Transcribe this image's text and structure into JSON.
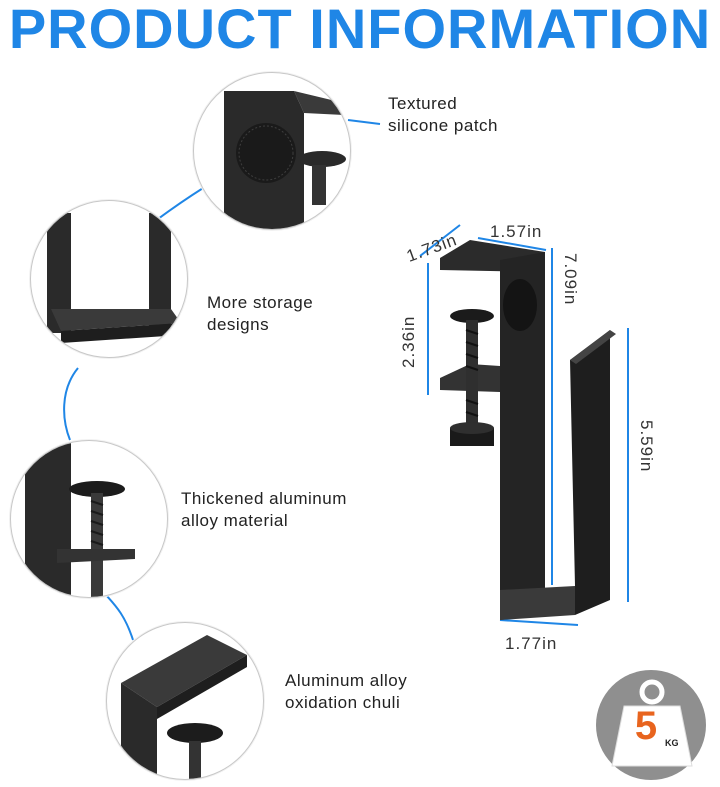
{
  "header": {
    "title": "PRODUCT INFORMATION"
  },
  "features": [
    {
      "label_line1": "Textured",
      "label_line2": "silicone patch"
    },
    {
      "label_line1": "More storage",
      "label_line2": "designs"
    },
    {
      "label_line1": "Thickened aluminum",
      "label_line2": "alloy material"
    },
    {
      "label_line1": "Aluminum alloy",
      "label_line2": "oxidation chuli"
    }
  ],
  "dimensions": {
    "depth": "1.73in",
    "top_width": "1.57in",
    "total_height": "7.09in",
    "clamp_height": "2.36in",
    "hook_height": "5.59in",
    "bottom_width": "1.77in"
  },
  "weight_badge": {
    "number": "5",
    "unit": "KG"
  },
  "colors": {
    "accent": "#1f86e6",
    "product": "#2b2b2b",
    "badge": "#8f8f8f",
    "weight": "#e8641e"
  }
}
